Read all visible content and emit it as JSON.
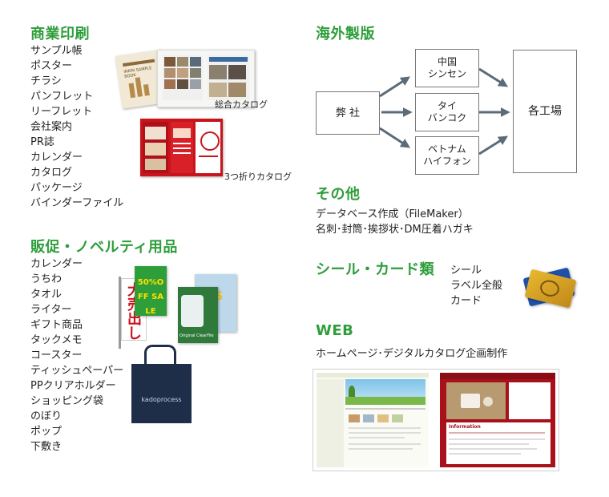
{
  "commercial": {
    "title": "商業印刷",
    "items": [
      "サンプル帳",
      "ポスター",
      "チラシ",
      "パンフレット",
      "リーフレット",
      "会社案内",
      "PR誌",
      "カレンダー",
      "カタログ",
      "パッケージ",
      "バインダーファイル"
    ],
    "caption1": "総合カタログ",
    "caption2": "3つ折りカタログ",
    "brochure_text": "INKIN SAMPLE BOOK"
  },
  "promo": {
    "title": "販促・ノベルティ用品",
    "items": [
      "カレンダー",
      "うちわ",
      "タオル",
      "ライター",
      "ギフト商品",
      "タックメモ",
      "コースター",
      "ティッシュペーパー",
      "PPクリアホルダー",
      "ショッピング袋",
      "のぼり",
      "ポップ",
      "下敷き"
    ],
    "bag_text": "kadoprocess",
    "flag_text": "大売出し",
    "sale_text": "50%OFF SALE",
    "folder_text": "Original ClearFile",
    "folder2_text": "US"
  },
  "overseas": {
    "title": "海外製版",
    "origin": "弊 社",
    "dest1_line1": "中国",
    "dest1_line2": "シンセン",
    "dest2_line1": "タイ",
    "dest2_line2": "バンコク",
    "dest3_line1": "ベトナム",
    "dest3_line2": "ハイフォン",
    "target": "各工場"
  },
  "other": {
    "title": "その他",
    "line1": "データベース作成（FileMaker）",
    "line2": "名刺･封筒･挨拶状･DM圧着ハガキ"
  },
  "seal": {
    "title": "シール・カード類",
    "items": [
      "シール",
      "ラベル全般",
      "カード"
    ]
  },
  "web": {
    "title": "WEB",
    "desc": "ホームページ･デジタルカタログ企画制作",
    "site2_heading": "Information"
  },
  "colors": {
    "heading": "#2e9e3a",
    "arrow": "#5b6b78",
    "red": "#c8151b"
  }
}
